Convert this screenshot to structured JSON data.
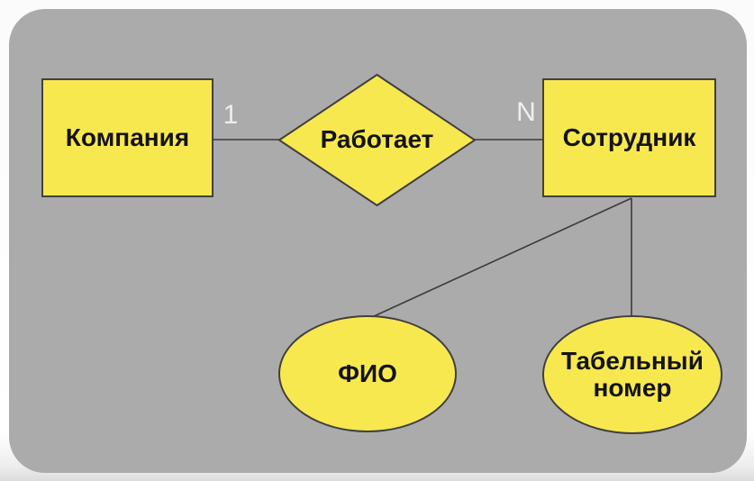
{
  "diagram": {
    "kind": "entity-relationship-diagram",
    "colors": {
      "panel_background": "#ABABAB",
      "page_background": "#FFFFFF",
      "shape_fill": "#F8E850",
      "shape_border": "#404040",
      "connector_line": "#3A3A3A",
      "label_text": "#141414",
      "cardinality_text": "#EFEFEF"
    },
    "entities": [
      {
        "label": "Компания",
        "shape": "rectangle"
      },
      {
        "label": "Сотрудник",
        "shape": "rectangle"
      }
    ],
    "relationship": {
      "label": "Работает",
      "shape": "diamond",
      "cardinality_left": "1",
      "cardinality_right": "N",
      "connects": [
        "Компания",
        "Сотрудник"
      ]
    },
    "attributes": [
      {
        "label": "ФИО",
        "shape": "ellipse",
        "attached_to": "Сотрудник"
      },
      {
        "label": "Табельный номер",
        "shape": "ellipse",
        "attached_to": "Сотрудник"
      }
    ]
  }
}
